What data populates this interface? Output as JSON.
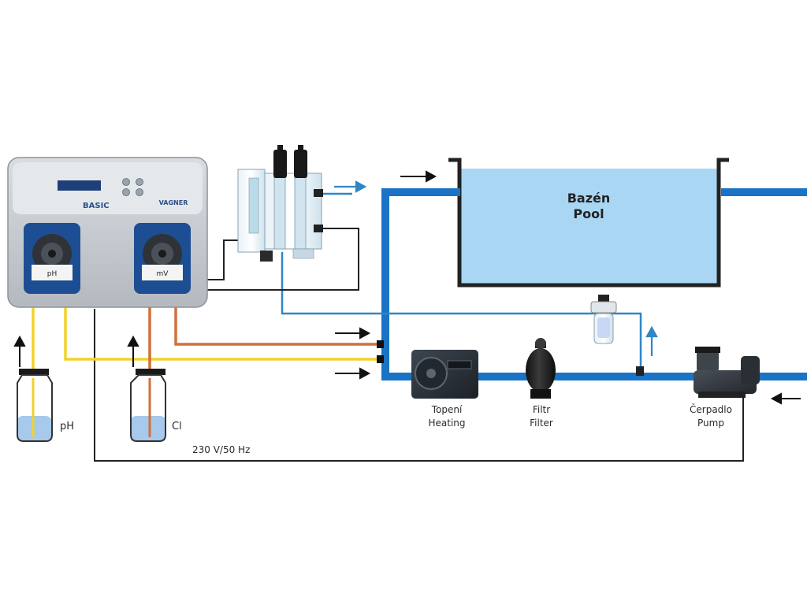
{
  "pool": {
    "line1": "Bazén",
    "line2": "Pool"
  },
  "controller": {
    "pump_left_label": "pH",
    "pump_right_label": "mV",
    "model_text": "BASIC",
    "brand_text": "VAGNER"
  },
  "tanks": {
    "ph_label": "pH",
    "cl_label": "Cl"
  },
  "heating": {
    "line1": "Topení",
    "line2": "Heating"
  },
  "filter": {
    "line1": "Filtr",
    "line2": "Filter"
  },
  "pump": {
    "line1": "Čerpadlo",
    "line2": "Pump"
  },
  "power": {
    "label": "230 V/50 Hz"
  },
  "colors": {
    "main_pipe": "#1a73c4",
    "sample_line": "#2f86c8",
    "pool_water": "#a9d6f2",
    "ph_tube": "#f2d22a",
    "cl_tube": "#d0703a",
    "tank_liquid": "#a6c9ec"
  },
  "icons": [
    "arrow-right-icon",
    "arrow-up-icon",
    "arrow-left-icon"
  ]
}
